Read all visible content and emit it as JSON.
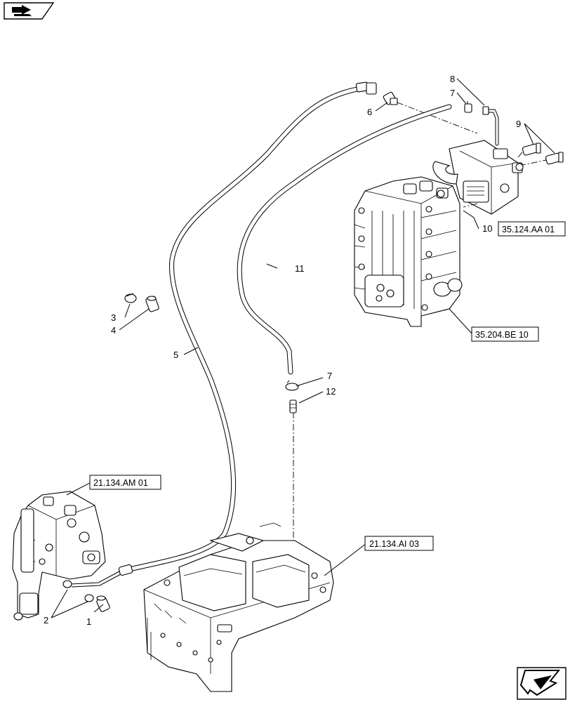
{
  "icons": {
    "top_left": "book-navigation-icon",
    "bottom_right": "next-page-arrow-icon"
  },
  "callouts": {
    "c1": "1",
    "c2": "2",
    "c3": "3",
    "c4": "4",
    "c5": "5",
    "c6": "6",
    "c7a": "7",
    "c7b": "7",
    "c8": "8",
    "c9": "9",
    "c10": "10",
    "c11": "11",
    "c12": "12"
  },
  "references": {
    "ref_35124": "35.124.AA 01",
    "ref_35204": "35.204.BE 10",
    "ref_21134am": "21.134.AM 01",
    "ref_21134ai": "21.134.AI 03"
  }
}
